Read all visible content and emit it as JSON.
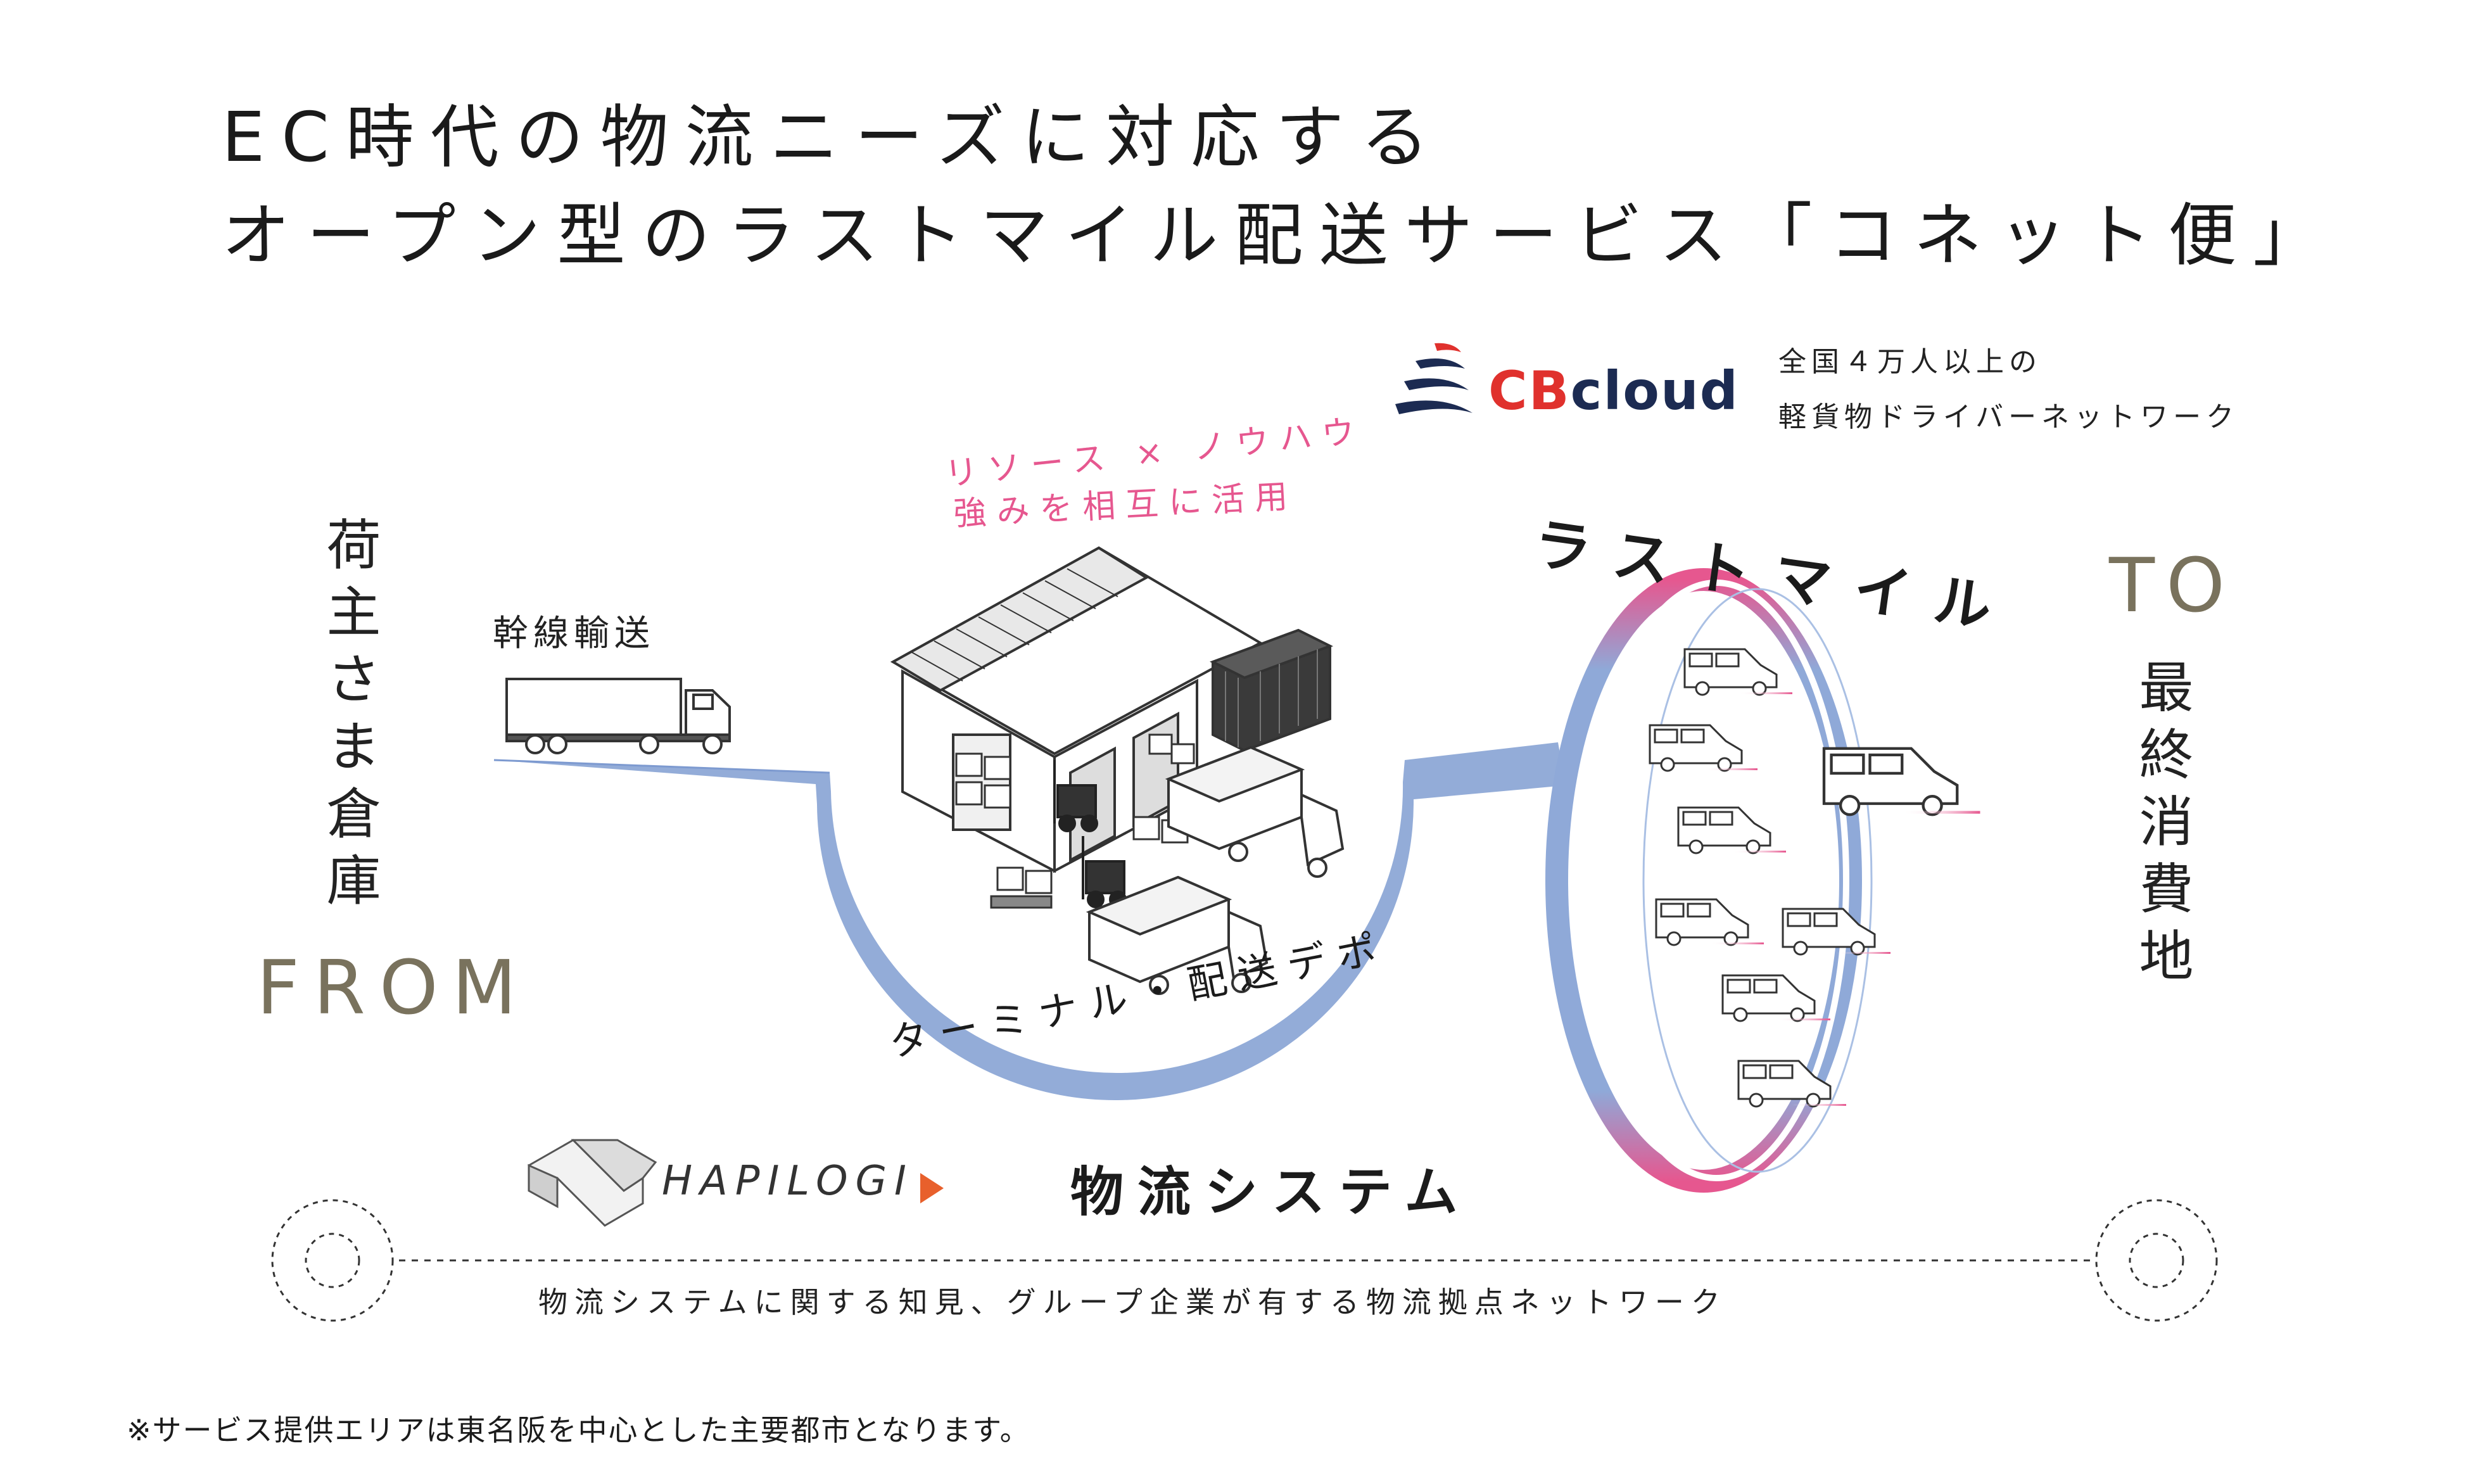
{
  "title": {
    "line1": "EC時代の物流ニーズに対応する",
    "line2": "オープン型のラストマイル配送サービス「コネット便」"
  },
  "cbcloud": {
    "logo_text_cb": "CB",
    "logo_text_cloud": "cloud",
    "desc_line1": "全国４万人以上の",
    "desc_line2": "軽貨物ドライバーネットワーク"
  },
  "shipper": {
    "label": "荷主さま倉庫",
    "from": "FROM"
  },
  "trunk": {
    "label": "幹線輸送"
  },
  "collab": {
    "line1": "リソース × ノウハウ",
    "line2": "強みを相互に活用"
  },
  "terminal": {
    "label": "ターミナル・配送デポ"
  },
  "last_mile": {
    "label": "ラストマイル"
  },
  "consumer": {
    "to": "TO",
    "label": "最終消費地"
  },
  "hapilogi": {
    "logo_text": "HAPILOGI",
    "system_label": "物流システム"
  },
  "network": {
    "desc": "物流システムに関する知見、グループ企業が有する物流拠点ネットワーク"
  },
  "footnote": "※サービス提供エリアは東名阪を中心とした主要都市となります。",
  "icons": [
    "cbcloud-logo-icon",
    "truck-icon",
    "warehouse-icon",
    "container-icon",
    "forklift-icon",
    "van-icon",
    "hapilogi-logo-icon",
    "node-circle-icon"
  ],
  "colors": {
    "flow_blue": "#93acd8",
    "flow_blue_dark": "#7d9ad0",
    "accent_pink": "#e6578f",
    "label_olive": "#79725d",
    "cb_red": "#e0312d",
    "cb_navy": "#1c2b52",
    "hapilogi_orange": "#e8602c"
  }
}
